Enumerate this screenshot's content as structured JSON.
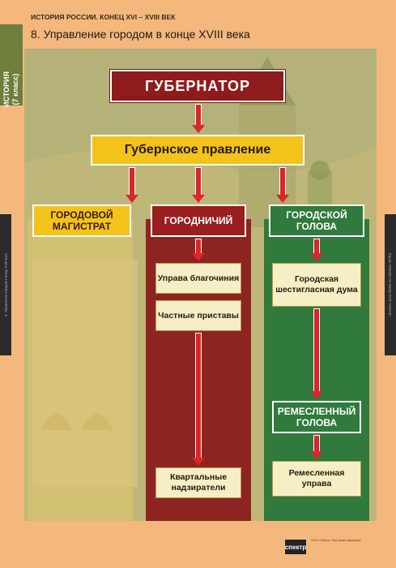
{
  "header": {
    "small_title": "ИСТОРИЯ РОССИИ. КОНЕЦ XVI – XVIII ВЕК",
    "title": "8. Управление городом в конце  XVIII века"
  },
  "side_tab": {
    "line1": "ИСТОРИЯ",
    "line2": "(7 класс)"
  },
  "side_bars": {
    "left": "8. Управление городом в конце XVIII века",
    "right": "Изд-во «Спектр» по заказу ООО «Спектр»"
  },
  "diagram": {
    "governor": "ГУБЕРНАТОР",
    "board": "Губернское правление",
    "branches": [
      {
        "head": "ГОРОДОВОЙ МАГИСТРАТ",
        "children": []
      },
      {
        "head": "ГОРОДНИЧИЙ",
        "children": [
          "Управа благочиния",
          "Частные приставы",
          "Квартальные надзиратели"
        ]
      },
      {
        "head": "ГОРОДСКОЙ ГОЛОВА",
        "children": [
          "Городская шестигласная дума",
          "РЕМЕСЛЕННЫЙ ГОЛОВА",
          "Ремесленная управа"
        ]
      }
    ]
  },
  "footer": {
    "logo": "спектр",
    "text": "ООО «Спектр». Все права защищены"
  },
  "colors": {
    "background": "#f4b87c",
    "panel": "#b4b278",
    "red": "#8e1c1c",
    "yellow": "#f3c31c",
    "green": "#2f7a3c",
    "arrow": "#d9262a",
    "cream": "#f6efc6"
  }
}
